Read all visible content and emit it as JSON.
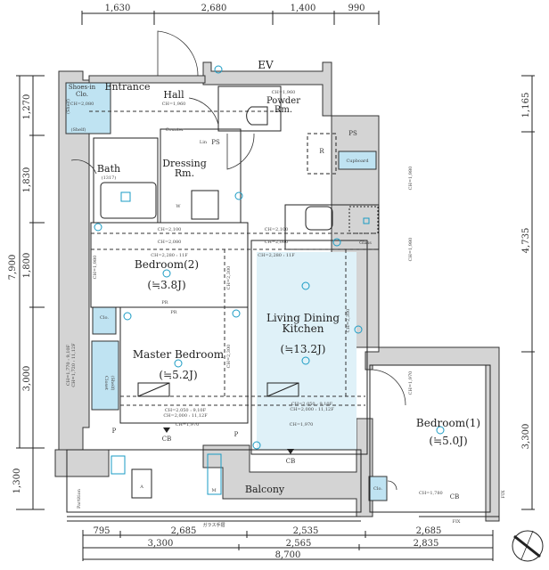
{
  "dimensions": {
    "top": [
      "1,630",
      "2,680",
      "1,400",
      "990"
    ],
    "left_total": "7,900",
    "left": [
      "1,270",
      "1,830",
      "1,800",
      "3,000",
      "1,300"
    ],
    "right": [
      "1,165",
      "4,735",
      "3,300"
    ],
    "bottom_row1": [
      "795",
      "2,685",
      "2,535",
      "2,685"
    ],
    "bottom_row2": [
      "3,300",
      "2,565",
      "2,835"
    ],
    "bottom_total": "8,700"
  },
  "rooms": {
    "entrance": "Entrance",
    "hall": "Hall",
    "hall_ch": "CH=1,960",
    "powder": "Powder",
    "powder2": "Rm.",
    "powder_ch": "CH=1,960",
    "ev": "EV",
    "shoes": "Shoes-in",
    "shoes2": "Clo.",
    "shoes_ch": "CH=2,080",
    "shelf": "(Shelf)",
    "shelf_bottom": "(Shelf)",
    "counter": "Counter",
    "lin": "Lin",
    "ps": "PS",
    "ps_right": "PS",
    "r": "R",
    "cupboard": "Cupboard",
    "bath": "Bath",
    "bath_size": "(1317)",
    "dressing": "Dressing",
    "dressing2": "Rm.",
    "w": "W",
    "glass": "Glass",
    "bedroom2": "Bedroom(2)",
    "bedroom2_size": "(≒3.8J)",
    "clo": "Clo.",
    "closet": "Closet",
    "closet_shelf": "(Shelf)",
    "master": "Master Bedroom",
    "master_size": "(≒5.2J)",
    "ldk": "Living Dining",
    "ldk2": "Kitchen",
    "ldk_size": "(≒13.2J)",
    "bedroom1": "Bedroom(1)",
    "bedroom1_size": "(≒5.0J)",
    "clo_b1": "Clo.",
    "balcony": "Balcony",
    "partition": "Partition",
    "glass_rail": "ガラス手摺",
    "fix": "FIX",
    "fix_right": "FIX",
    "cb": "CB",
    "p": "P",
    "pr": "PR",
    "a": "A",
    "m": "M"
  },
  "ceiling_heights": {
    "ch2100": "CH=2,100",
    "ch2080": "CH=2,080",
    "ch2280": "CH=2,280 : 11F",
    "ch1980": "CH=1,980",
    "ch2300": "CH=2,300",
    "ch2050": "CH=2,050 : 9,10F",
    "ch2000": "CH=2,000 : 11,12F",
    "ch1970": "CH=1,970",
    "ch1770": "CH=1,770 : 9,10F",
    "ch1720": "CH=1,720 : 11,12F",
    "ch1780": "CH=1,780"
  },
  "colors": {
    "storage_blue": "#bfe3f2",
    "ldk_blue": "#dff1f8",
    "wall_gray": "#d4d4d4",
    "fixture_cyan": "#1a9bc4"
  },
  "icons": [
    "compass-icon",
    "outlet-icon",
    "downlight-icon"
  ]
}
